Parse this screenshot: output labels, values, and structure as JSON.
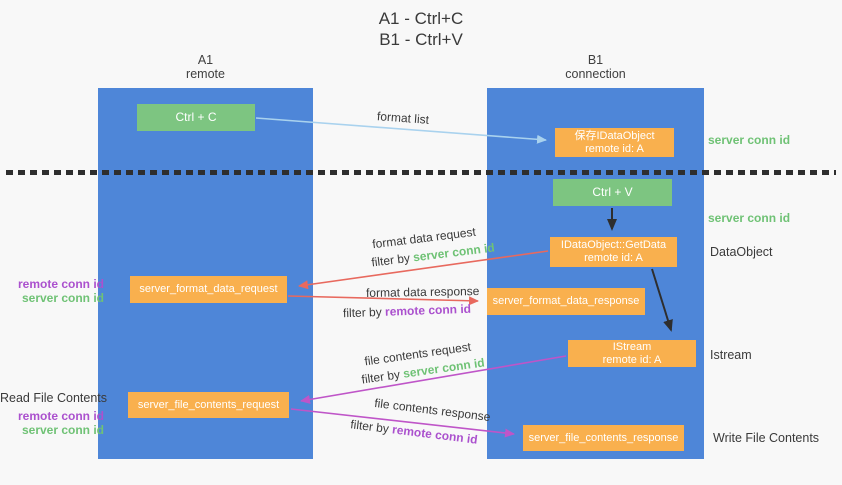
{
  "title": {
    "line1": "A1 - Ctrl+C",
    "line2": "B1 - Ctrl+V"
  },
  "columns": {
    "a1": {
      "title": "A1",
      "subtitle": "remote"
    },
    "b1": {
      "title": "B1",
      "subtitle": "connection"
    }
  },
  "nodes": {
    "ctrl_c": {
      "label": "Ctrl + C"
    },
    "ctrl_v": {
      "label": "Ctrl + V"
    },
    "save_dataobject": {
      "line1": "保存IDataObject",
      "line2": "remote id: A"
    },
    "getdata": {
      "line1": "IDataObject::GetData",
      "line2": "remote id: A"
    },
    "istream": {
      "line1": "IStream",
      "line2": "remote id: A"
    },
    "server_format_data_request": {
      "label": "server_format_data_request"
    },
    "server_format_data_response": {
      "label": "server_format_data_response"
    },
    "server_file_contents_request": {
      "label": "server_file_contents_request"
    },
    "server_file_contents_response": {
      "label": "server_file_contents_response"
    }
  },
  "flow_labels": {
    "format_list": "format list",
    "format_data_request": "format data request",
    "format_data_response": "format data response",
    "file_contents_request": "file contents request",
    "file_contents_response": "file contents response",
    "filter_by": "filter by ",
    "server_conn_id": "server conn id",
    "remote_conn_id": "remote conn id"
  },
  "side_labels": {
    "left_remote_conn_id": "remote conn id",
    "left_server_conn_id": "server conn id",
    "read_file_contents": "Read File Contents",
    "right_server_conn_id_top": "server conn id",
    "right_server_conn_id_mid": "server conn id",
    "dataobject": "DataObject",
    "istream": "Istream",
    "write_file_contents": "Write File Contents"
  },
  "colors": {
    "bg": "#f8f8f8",
    "column-blue": "#4e86d8",
    "box-green": "#7dc581",
    "box-orange": "#f9b04e",
    "text-green": "#6fc275",
    "text-purple": "#ab51ce",
    "arrow-red": "#e8695e",
    "arrow-magenta": "#bf55c8",
    "arrow-blue": "#a9d2ee",
    "arrow-black": "#2e2e2e",
    "text-dark": "#3a3a3a"
  }
}
